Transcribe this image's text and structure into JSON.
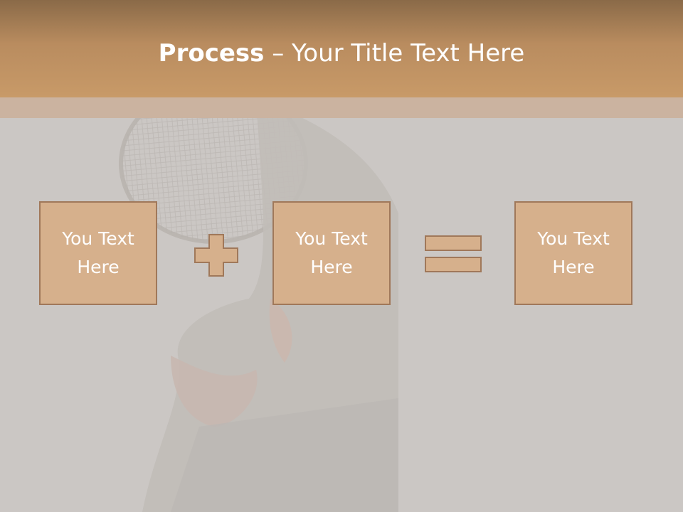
{
  "title": {
    "bold": "Process",
    "dash": " – ",
    "rest": "Your Title Text Here"
  },
  "boxes": [
    {
      "text": "You Text Here"
    },
    {
      "text": "You Text Here"
    },
    {
      "text": "You Text Here"
    }
  ],
  "operators": [
    "plus-icon",
    "equals-icon"
  ],
  "colors": {
    "header": "#c89a68",
    "box_fill": "#d6b08c",
    "box_border": "#a0785a",
    "background": "#cbc7c4"
  }
}
